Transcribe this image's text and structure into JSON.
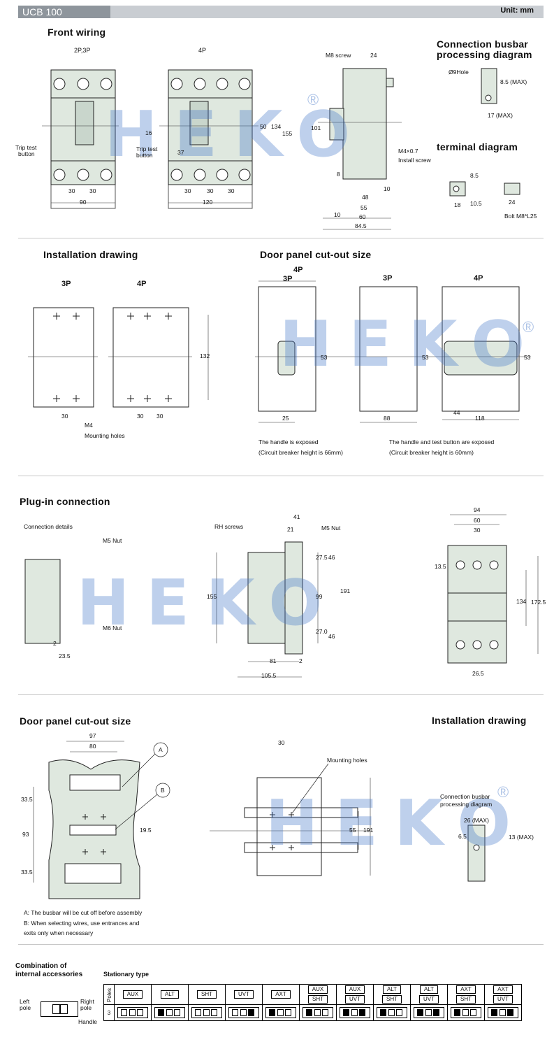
{
  "header": {
    "model": "UCB 100",
    "unit": "Unit: mm"
  },
  "watermark": {
    "brand": "HEKO",
    "reg": "®"
  },
  "front": {
    "title": "Front wiring",
    "p23": "2P,3P",
    "p4": "4P",
    "trip": "Trip test",
    "button": "button",
    "d90": "90",
    "d120": "120",
    "d30": "30",
    "d16": "16",
    "d37": "37",
    "d50": "50",
    "d134": "134",
    "d155": "155",
    "d101": "101",
    "m8": "M8 screw",
    "d24": "24",
    "m4": "M4×0.7",
    "install": "Install screw",
    "d48": "48",
    "d55": "55",
    "d60": "60",
    "d845": "84.5",
    "d10": "10",
    "d8": "8"
  },
  "busbar": {
    "title1": "Connection busbar",
    "title2": "processing diagram",
    "hole": "Ø9Hole",
    "h85": "8.5 (MAX)",
    "w17": "17 (MAX)"
  },
  "terminal": {
    "title": "terminal diagram",
    "d85": "8.5",
    "d105": "10.5",
    "d18": "18",
    "d24": "24",
    "bolt": "Bolt M8*L25"
  },
  "install1": {
    "title": "Installation drawing",
    "p3": "3P",
    "p4": "4P",
    "d132": "132",
    "d30": "30",
    "m4": "M4",
    "holes": "Mounting holes"
  },
  "door1": {
    "title": "Door panel cut-out size",
    "p4": "4P",
    "p3": "3P",
    "d53": "53",
    "d25": "25",
    "d88": "88",
    "d44": "44",
    "d118": "118",
    "note1a": "The handle is exposed",
    "note1b": "(Circuit breaker height is 66mm)",
    "note2a": "The handle and test button are exposed",
    "note2b": "(Circuit breaker height is 60mm)"
  },
  "plug": {
    "title": "Plug-in connection",
    "details": "Connection details",
    "m5": "M5 Nut",
    "m6": "M6 Nut",
    "d2": "2",
    "d235": "23.5",
    "rh": "RH screws",
    "d41": "41",
    "d21": "21",
    "d275": "27.5",
    "d46": "46",
    "d99": "99",
    "d270": "27.0",
    "d155": "155",
    "d191": "191",
    "d81": "81",
    "d1055": "105.5",
    "d94": "94",
    "d60": "60",
    "d30": "30",
    "d135": "13.5",
    "d134": "134",
    "d1725": "172.5",
    "d265": "26.5"
  },
  "door2": {
    "title": "Door panel cut-out size",
    "d97": "97",
    "d80": "80",
    "a": "A",
    "b": "B",
    "d335": "33.5",
    "d93": "93",
    "d195": "19.5",
    "noteA": "A: The busbar will be cut off before assembly",
    "noteB": "B: When selecting wires, use entrances and",
    "noteB2": "exits only when necessary"
  },
  "install2": {
    "title": "Installation drawing",
    "d30": "30",
    "holes": "Mounting holes",
    "d55": "55",
    "d191": "191",
    "bus1": "Connection busbar",
    "bus2": "processing diagram",
    "d26": "26 (MAX)",
    "d65": "6.5",
    "d13": "13 (MAX)"
  },
  "combo": {
    "title1": "Combination of",
    "title2": "internal accessories",
    "stationary": "Stationary type",
    "left": "Left",
    "pole": "pole",
    "right": "Right",
    "rpole": "pole",
    "handle": "Handle",
    "poles": "Poles",
    "three": "3",
    "cols": [
      [
        "AUX",
        ""
      ],
      [
        "ALT",
        ""
      ],
      [
        "SHT",
        ""
      ],
      [
        "UVT",
        ""
      ],
      [
        "AXT",
        ""
      ],
      [
        "AUX",
        "SHT"
      ],
      [
        "AUX",
        "UVT"
      ],
      [
        "ALT",
        "SHT"
      ],
      [
        "ALT",
        "UVT"
      ],
      [
        "AXT",
        "SHT"
      ],
      [
        "AXT",
        "UVT"
      ]
    ]
  }
}
